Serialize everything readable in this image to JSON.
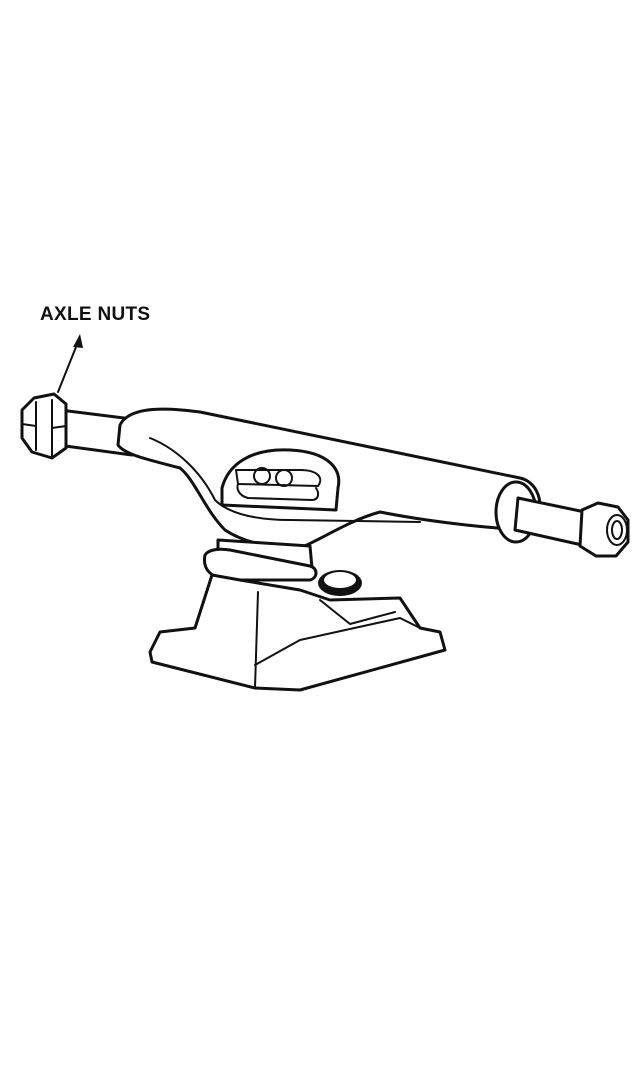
{
  "diagram": {
    "subject": "skateboard truck",
    "callouts": [
      {
        "label": "AXLE NUTS",
        "target": "left axle nut"
      }
    ]
  },
  "colors": {
    "line": "#111111",
    "background": "#ffffff"
  }
}
